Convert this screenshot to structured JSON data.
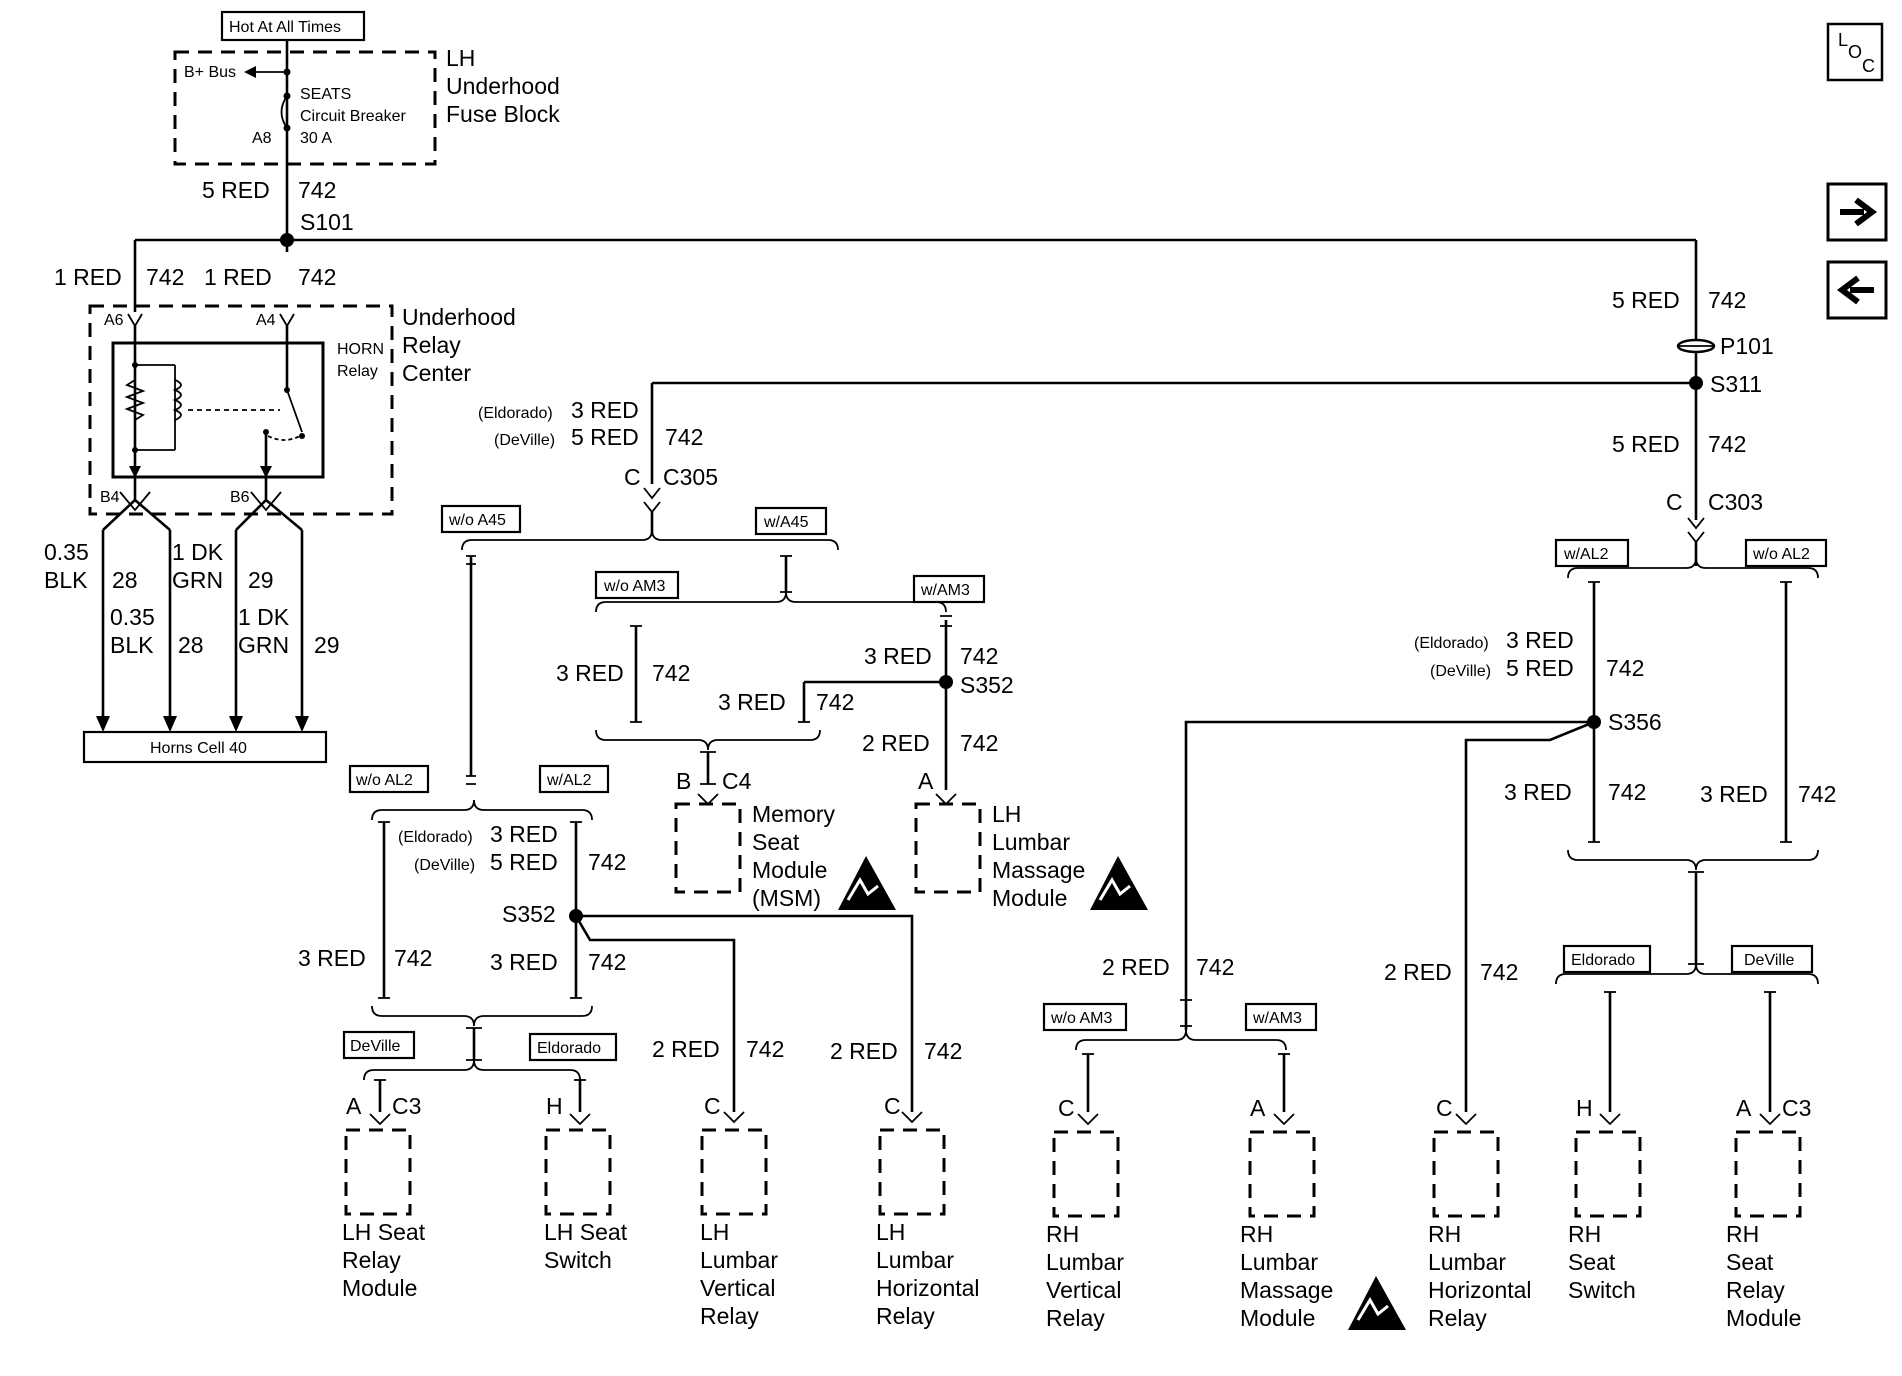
{
  "top": {
    "hot_label": "Hot At All Times",
    "bbus": "B+ Bus",
    "seats": "SEATS",
    "cb": "Circuit Breaker",
    "amps": "30 A",
    "a8": "A8",
    "lh": "LH",
    "underhood": "Underhood",
    "fuse_block": "Fuse Block",
    "wire1_gauge": "5 RED",
    "wire1_num": "742",
    "s101": "S101"
  },
  "relay_center": {
    "w1_gauge": "1 RED",
    "w1_num": "742",
    "w2_gauge": "1 RED",
    "w2_num": "742",
    "a6": "A6",
    "a4": "A4",
    "horn": "HORN",
    "relay": "Relay",
    "title1": "Underhood",
    "title2": "Relay",
    "title3": "Center",
    "b4": "B4",
    "b6": "B6",
    "g1a": "0.35",
    "g1b": "BLK",
    "n1": "28",
    "g2a": "1 DK",
    "g2b": "GRN",
    "n2": "29",
    "g3a": "0.35",
    "g3b": "BLK",
    "n3": "28",
    "g4a": "1 DK",
    "g4b": "GRN",
    "n4": "29",
    "horns": "Horns Cell 40"
  },
  "icons": {
    "loc": "loc-icon",
    "next": "arrow-right-icon",
    "prev": "arrow-left-icon",
    "loc_l": "L",
    "loc_o": "O",
    "loc_c": "C"
  },
  "right_feed": {
    "gauge": "5 RED",
    "num": "742",
    "p101": "P101",
    "s311": "S311",
    "gauge2": "5 RED",
    "num2": "742",
    "c": "C",
    "c303": "C303"
  },
  "c305": {
    "eld": "(Eldorado)",
    "eld_g": "3 RED",
    "dev": "(DeVille)",
    "dev_g": "5 RED",
    "num": "742",
    "c": "C",
    "name": "C305"
  },
  "tags": {
    "wo_a45": "w/o A45",
    "w_a45": "w/A45",
    "wo_am3": "w/o AM3",
    "w_am3": "w/AM3",
    "wo_al2": "w/o AL2",
    "w_al2": "w/AL2",
    "deville": "DeVille",
    "eldorado": "Eldorado",
    "wo_am3_r": "w/o AM3",
    "w_am3_r": "w/AM3",
    "w_al2_r": "w/AL2",
    "wo_al2_r": "w/o AL2",
    "eldorado_r": "Eldorado",
    "deville_r": "DeVille"
  },
  "mid": {
    "g3": "3 RED",
    "n3": "742",
    "g3b": "3 RED",
    "n3b": "742",
    "g3c": "3 RED",
    "n3c": "742",
    "s352": "S352",
    "g2": "2 RED",
    "n2": "742",
    "b": "B",
    "c4": "C4",
    "a": "A",
    "msm1": "Memory",
    "msm2": "Seat",
    "msm3": "Module",
    "msm4": "(MSM)",
    "lm1": "LH",
    "lm2": "Lumbar",
    "lm3": "Massage",
    "lm4": "Module"
  },
  "left": {
    "eld": "(Eldorado)",
    "eld_g": "3 RED",
    "dev": "(DeVille)",
    "dev_g": "5 RED",
    "num": "742",
    "s352": "S352",
    "g1": "3 RED",
    "n1": "742",
    "g2": "3 RED",
    "n2": "742",
    "g3": "2 RED",
    "n3": "742",
    "g4": "2 RED",
    "n4": "742",
    "a": "A",
    "c3": "C3",
    "h": "H",
    "c1": "C",
    "c2": "C"
  },
  "right": {
    "eld": "(Eldorado)",
    "eld_g": "3 RED",
    "dev": "(DeVille)",
    "dev_g": "5 RED",
    "num": "742",
    "s356": "S356",
    "g1": "3 RED",
    "n1": "742",
    "g2": "3 RED",
    "n2": "742",
    "g3": "2 RED",
    "n3": "742",
    "g4": "2 RED",
    "n4": "742",
    "c1": "C",
    "a1": "A",
    "c2": "C",
    "h": "H",
    "a2": "A",
    "c3": "C3"
  },
  "components": {
    "lh_seat_relay": [
      "LH Seat",
      "Relay",
      "Module"
    ],
    "lh_seat_switch": [
      "LH Seat",
      "Switch"
    ],
    "lh_lumbar_vert": [
      "LH",
      "Lumbar",
      "Vertical",
      "Relay"
    ],
    "lh_lumbar_horiz": [
      "LH",
      "Lumbar",
      "Horizontal",
      "Relay"
    ],
    "rh_lumbar_vert": [
      "RH",
      "Lumbar",
      "Vertical",
      "Relay"
    ],
    "rh_lumbar_mass": [
      "RH",
      "Lumbar",
      "Massage",
      "Module"
    ],
    "rh_lumbar_horiz": [
      "RH",
      "Lumbar",
      "Horizontal",
      "Relay"
    ],
    "rh_seat_switch": [
      "RH",
      "Seat",
      "Switch"
    ],
    "rh_seat_relay": [
      "RH",
      "Seat",
      "Relay",
      "Module"
    ]
  }
}
